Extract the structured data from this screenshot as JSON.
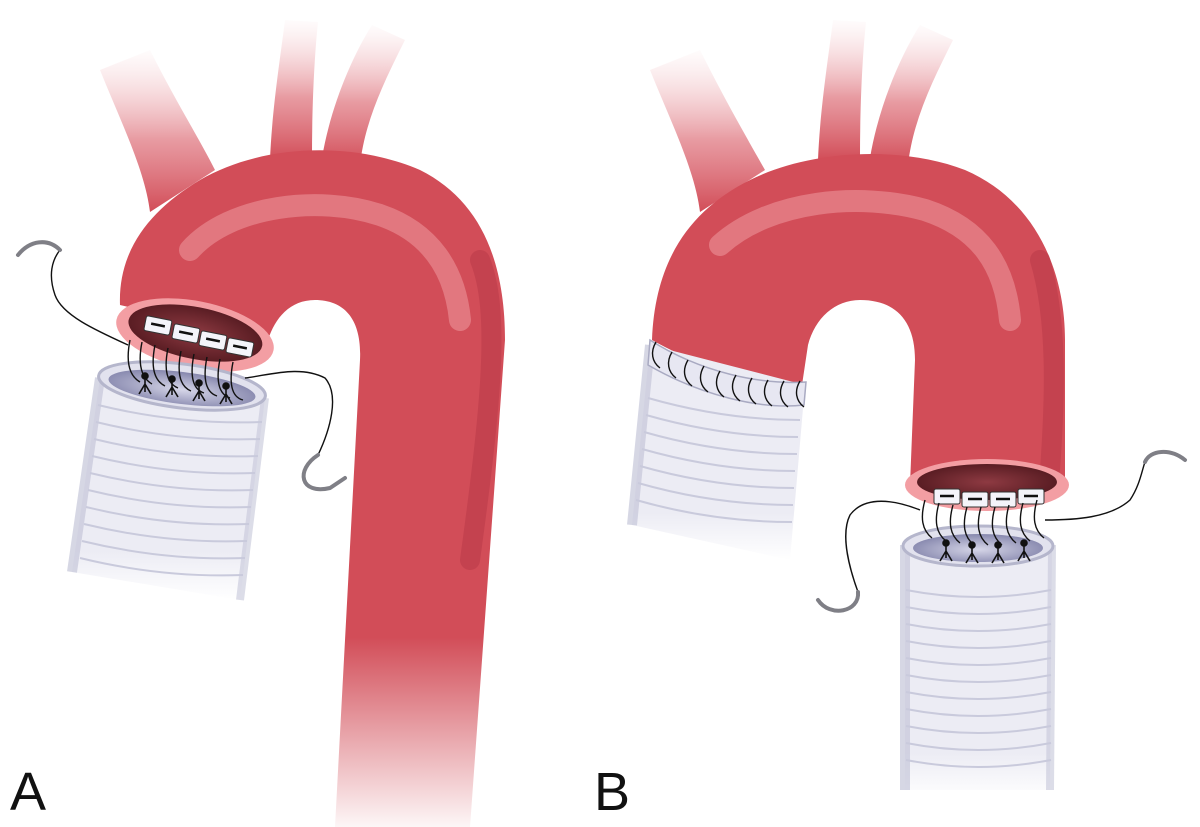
{
  "panels": [
    {
      "label": "A",
      "anastomosis": "proximal"
    },
    {
      "label": "B",
      "anastomosis": "distal"
    }
  ],
  "colors": {
    "aorta": "#d24d58",
    "aorta_dark": "#b93442",
    "aorta_light": "#ee8f96",
    "aorta_rim": "#f39ea3",
    "lumen": "#6c2229",
    "graft": "#ebebf3",
    "graft_shadow": "#b9bad2",
    "graft_lumen": "#8f8fb6",
    "suture": "#111111",
    "needle": "#7f7f86",
    "pledget": "#f4f4fa"
  },
  "icons": [
    "curved-needle-icon",
    "pledget-icon",
    "suture-knot-icon"
  ]
}
